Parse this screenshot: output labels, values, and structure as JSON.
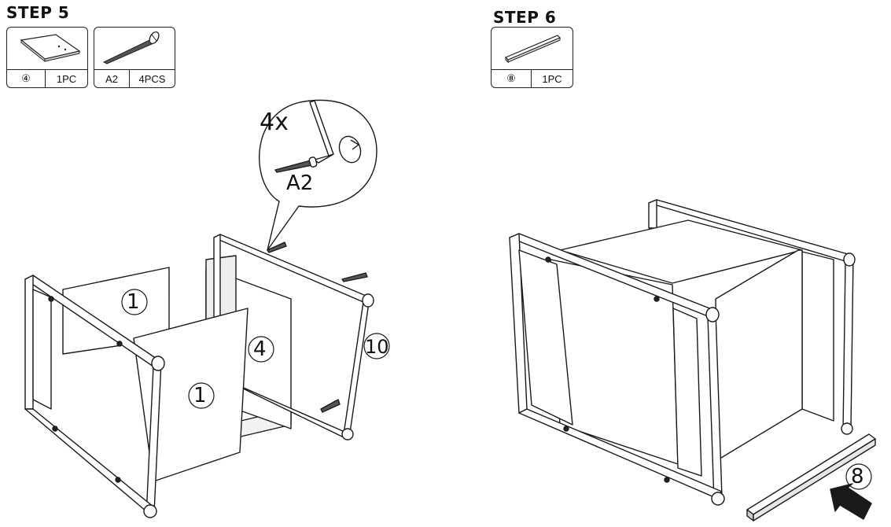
{
  "step5": {
    "title": "STEP 5",
    "parts": [
      {
        "id": "④",
        "qty": "1PC",
        "icon": "panel-icon"
      },
      {
        "id": "A2",
        "qty": "4PCS",
        "icon": "screw-icon"
      }
    ],
    "callout_count": "4x",
    "callout_screw": "A2",
    "labels": {
      "panel_back": "1",
      "panel_front": "1",
      "panel_side": "4",
      "frame": "10"
    }
  },
  "step6": {
    "title": "STEP 6",
    "parts": [
      {
        "id": "⑧",
        "qty": "1PC",
        "icon": "bar-icon"
      }
    ],
    "labels": {
      "bar": "8"
    }
  },
  "colors": {
    "line": "#1a1a1a",
    "fill": "#ffffff",
    "shade": "#e6e6e6"
  }
}
